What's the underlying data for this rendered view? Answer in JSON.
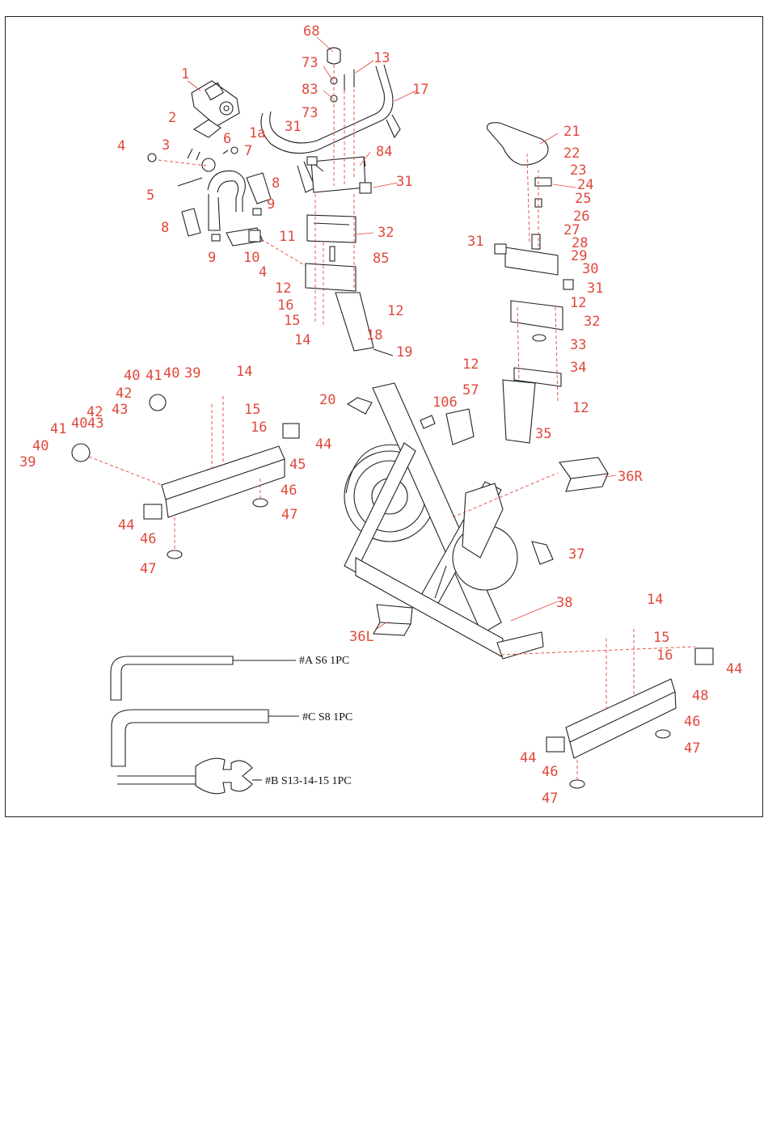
{
  "part_labels": [
    "68",
    "73",
    "13",
    "83",
    "17",
    "73",
    "31",
    "84",
    "31",
    "1",
    "2",
    "1a",
    "3",
    "6",
    "7",
    "4",
    "5",
    "8",
    "9",
    "8",
    "9",
    "10",
    "11",
    "32",
    "85",
    "4",
    "12",
    "16",
    "15",
    "14",
    "18",
    "19",
    "12",
    "21",
    "22",
    "23",
    "24",
    "25",
    "26",
    "27",
    "28",
    "29",
    "30",
    "31",
    "31",
    "12",
    "32",
    "33",
    "12",
    "34",
    "12",
    "35",
    "20",
    "106",
    "57",
    "36R",
    "37",
    "36L",
    "38",
    "40",
    "41",
    "40",
    "39",
    "14",
    "42",
    "43",
    "42",
    "40",
    "43",
    "41",
    "15",
    "16",
    "44",
    "45",
    "46",
    "47",
    "40",
    "39",
    "44",
    "46",
    "47",
    "14",
    "15",
    "16",
    "44",
    "48",
    "46",
    "47",
    "44",
    "46",
    "47"
  ],
  "tools": [
    {
      "id": "A",
      "label": "#A  S6 1PC"
    },
    {
      "id": "C",
      "label": "#C  S8 1PC"
    },
    {
      "id": "B",
      "label": "#B  S13-14-15 1PC"
    }
  ],
  "colors": {
    "label": "#e0483c",
    "line": "#222222",
    "background": "#ffffff"
  }
}
